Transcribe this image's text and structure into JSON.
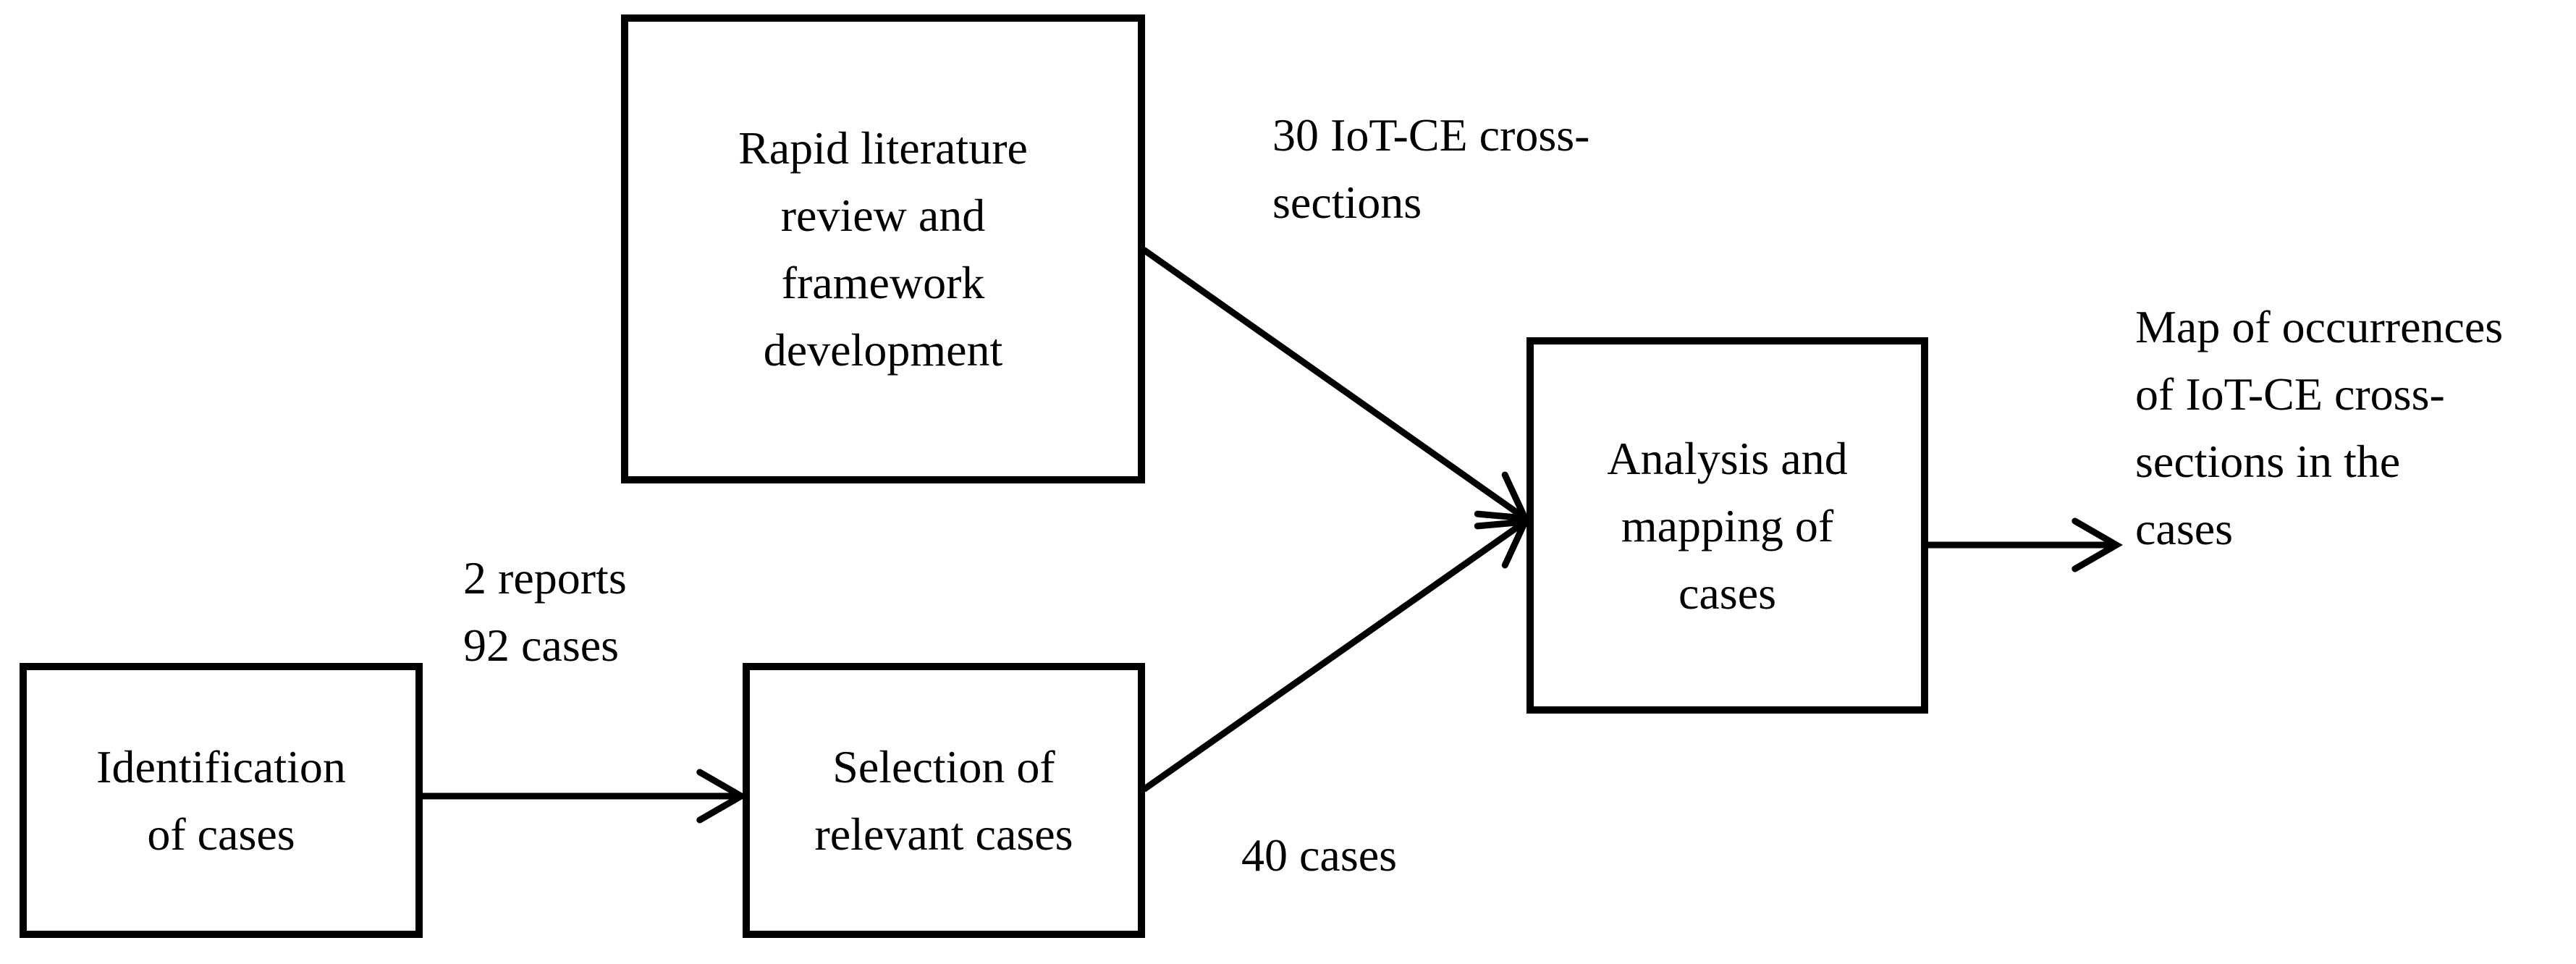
{
  "figure": {
    "background_color": "#ffffff",
    "stroke_color": "#000000"
  },
  "boxes": {
    "rapid_review": {
      "lines": [
        "Rapid literature",
        "review and",
        "framework",
        "development"
      ]
    },
    "identification": {
      "lines": [
        "Identification",
        "of cases"
      ]
    },
    "selection": {
      "lines": [
        "Selection of",
        "relevant cases"
      ]
    },
    "analysis": {
      "lines": [
        "Analysis and",
        "mapping of",
        "cases"
      ]
    }
  },
  "annotations": {
    "cross_sections": {
      "lines": [
        "30 IoT-CE cross-",
        "sections"
      ]
    },
    "reports_cases": {
      "lines": [
        "2 reports",
        "92 cases"
      ]
    },
    "forty_cases": {
      "lines": [
        "40 cases"
      ]
    },
    "map_occurrences": {
      "lines": [
        "Map of occurrences",
        "of IoT-CE cross-",
        "sections in the",
        "cases"
      ]
    }
  },
  "edges": [
    {
      "from": "identification",
      "to": "selection",
      "annotation": "reports_cases"
    },
    {
      "from": "rapid_review",
      "to": "analysis",
      "annotation": "cross_sections"
    },
    {
      "from": "selection",
      "to": "analysis",
      "annotation": "forty_cases"
    },
    {
      "from": "analysis",
      "to": "final_output",
      "annotation": "map_occurrences"
    }
  ]
}
